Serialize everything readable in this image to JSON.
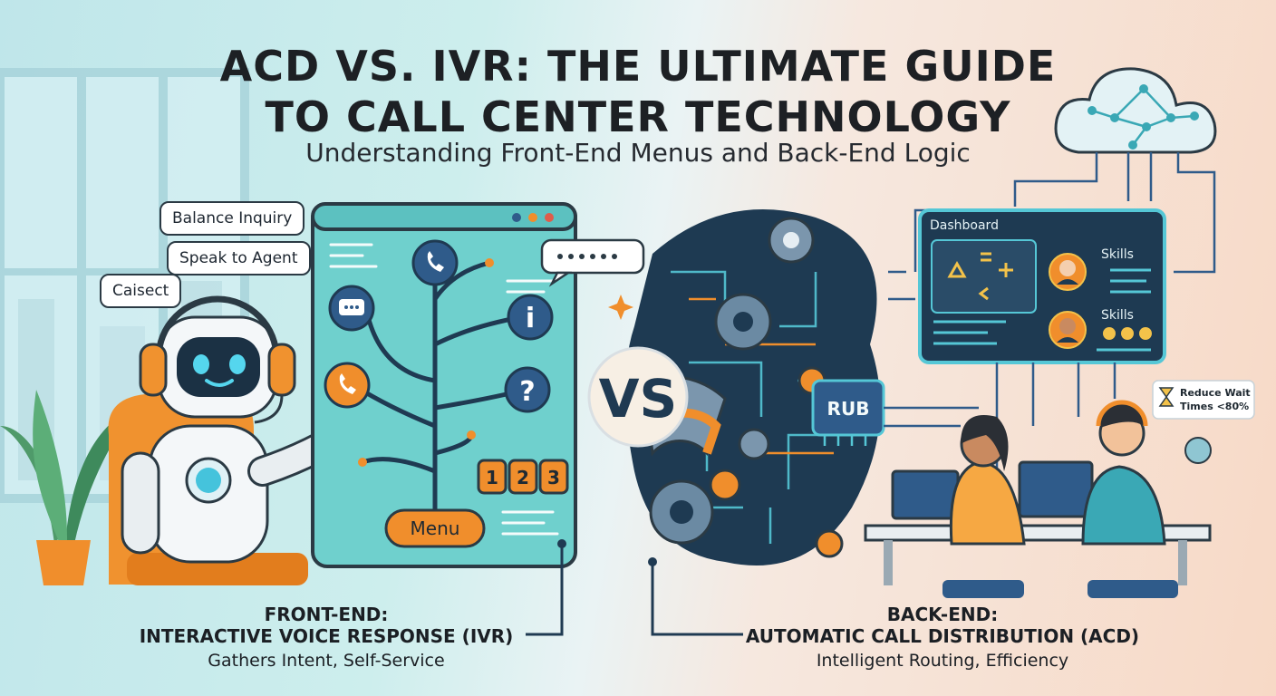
{
  "header": {
    "title_line1": "ACD VS. IVR: THE ULTIMATE GUIDE",
    "title_line2": "TO CALL CENTER TECHNOLOGY",
    "subtitle": "Understanding Front-End Menus and Back-End Logic"
  },
  "ivr": {
    "bubbles": [
      "Balance Inquiry",
      "Speak to Agent",
      "Caisect"
    ],
    "keypad": [
      "1",
      "2",
      "3"
    ],
    "menu_label": "Menu",
    "caption_line1": "FRONT-END:",
    "caption_line2": "INTERACTIVE VOICE RESPONSE (IVR)",
    "caption_line3": "Gathers Intent, Self-Service"
  },
  "versus": "VS",
  "acd": {
    "hub_label": "RUB",
    "dashboard_title": "Dashboard",
    "skills_label_1": "Skills",
    "skills_label_2": "Skills",
    "reduce_line1": "Reduce Wait",
    "reduce_line2": "Times <80%",
    "caption_line1": "BACK-END:",
    "caption_line2": "AUTOMATIC CALL DISTRIBUTION (ACD)",
    "caption_line3": "Intelligent Routing, Efficiency"
  },
  "colors": {
    "accent_orange": "#f28a2e",
    "teal": "#3aa8b5",
    "navy": "#1f3a52",
    "ink": "#1d2024"
  },
  "icons": [
    "phone-icon",
    "chat-icon",
    "info-icon",
    "question-icon",
    "gear-icon",
    "cloud-network-icon",
    "headset-icon",
    "hourglass-icon",
    "robot-icon"
  ]
}
